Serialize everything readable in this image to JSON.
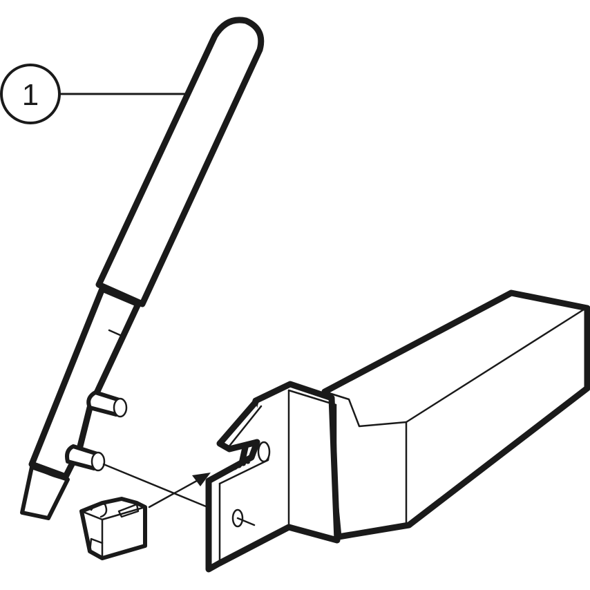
{
  "diagram": {
    "type": "exploded assembly line drawing",
    "background": "#ffffff",
    "line_color": "#1a1a1a",
    "callouts": [
      {
        "label": "1",
        "target": "key-tool"
      }
    ],
    "parts": [
      {
        "id": "key-tool",
        "description": "Insert key / wrench with two pins"
      },
      {
        "id": "insert",
        "description": "Cutting insert"
      },
      {
        "id": "blade-holder",
        "description": "Parting blade holder with insert seat"
      }
    ]
  }
}
